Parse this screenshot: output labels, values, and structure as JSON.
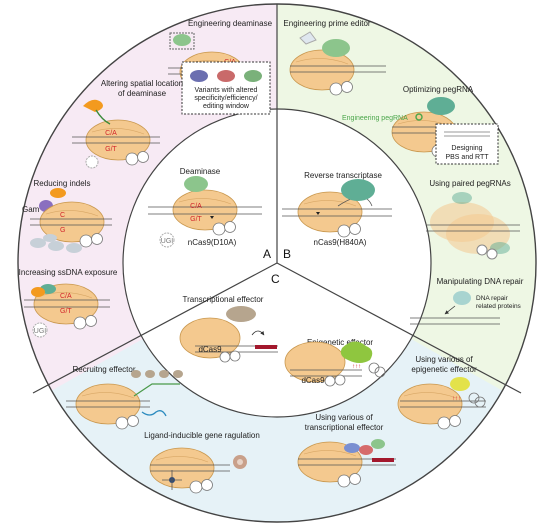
{
  "sections": {
    "a": {
      "letter": "A",
      "center_title": "Deaminase",
      "center_protein": "nCas9(D10A)",
      "center_ugi": "UGI",
      "strategies": {
        "engineering_deaminase": "Engineering deaminase",
        "variants_line1": "Variants with altered",
        "variants_line2": "specificity/efficiency/",
        "variants_line3": "editing window",
        "spatial_line1": "Altering spatial location",
        "spatial_line2": "of deaminase",
        "reducing_indels": "Reducing indels",
        "gam": "Gam",
        "ssdna": "Increasing ssDNA exposure",
        "ugi": "UGI"
      },
      "bases": {
        "ca": "C/A",
        "gt": "G/T",
        "c": "C",
        "g": "G"
      }
    },
    "b": {
      "letter": "B",
      "center_title": "Reverse transcriptase",
      "center_protein": "nCas9(H840A)",
      "strategies": {
        "prime_editor": "Engineering prime editor",
        "optimizing": "Optimizing pegRNA",
        "engineering_pegrna": "Engineering pegRNA",
        "designing_line1": "Designing",
        "designing_line2": "PBS and RTT",
        "paired": "Using paired pegRNAs",
        "dna_repair": "Manipulating DNA repair",
        "repair_proteins_line1": "DNA repair",
        "repair_proteins_line2": "related proteins"
      }
    },
    "c": {
      "letter": "C",
      "transcriptional_effector": "Transcriptional effector",
      "epigenetic_effector": "Epigenetic effector",
      "dcas9": "dCas9",
      "strategies": {
        "recruiting": "Recruitng effector",
        "ligand_inducible": "Ligand-inducible gene ragulation",
        "various_transcriptional_line1": "Using various of",
        "various_transcriptional_line2": "transcriptional effector",
        "various_epigenetic_line1": "Using various of",
        "various_epigenetic_line2": "epigenetic effector"
      }
    }
  },
  "colors": {
    "section_a": "#f7eaf4",
    "section_b": "#eef7e4",
    "section_c": "#e6f2f7",
    "cas9": "#f4c98f",
    "deaminase": "#8cc58c",
    "rt": "#5fae95",
    "effector": "#b6a58e",
    "epi": "#8fc63f",
    "accent_red": "#d2262b",
    "gray": "#c9c9c9"
  }
}
